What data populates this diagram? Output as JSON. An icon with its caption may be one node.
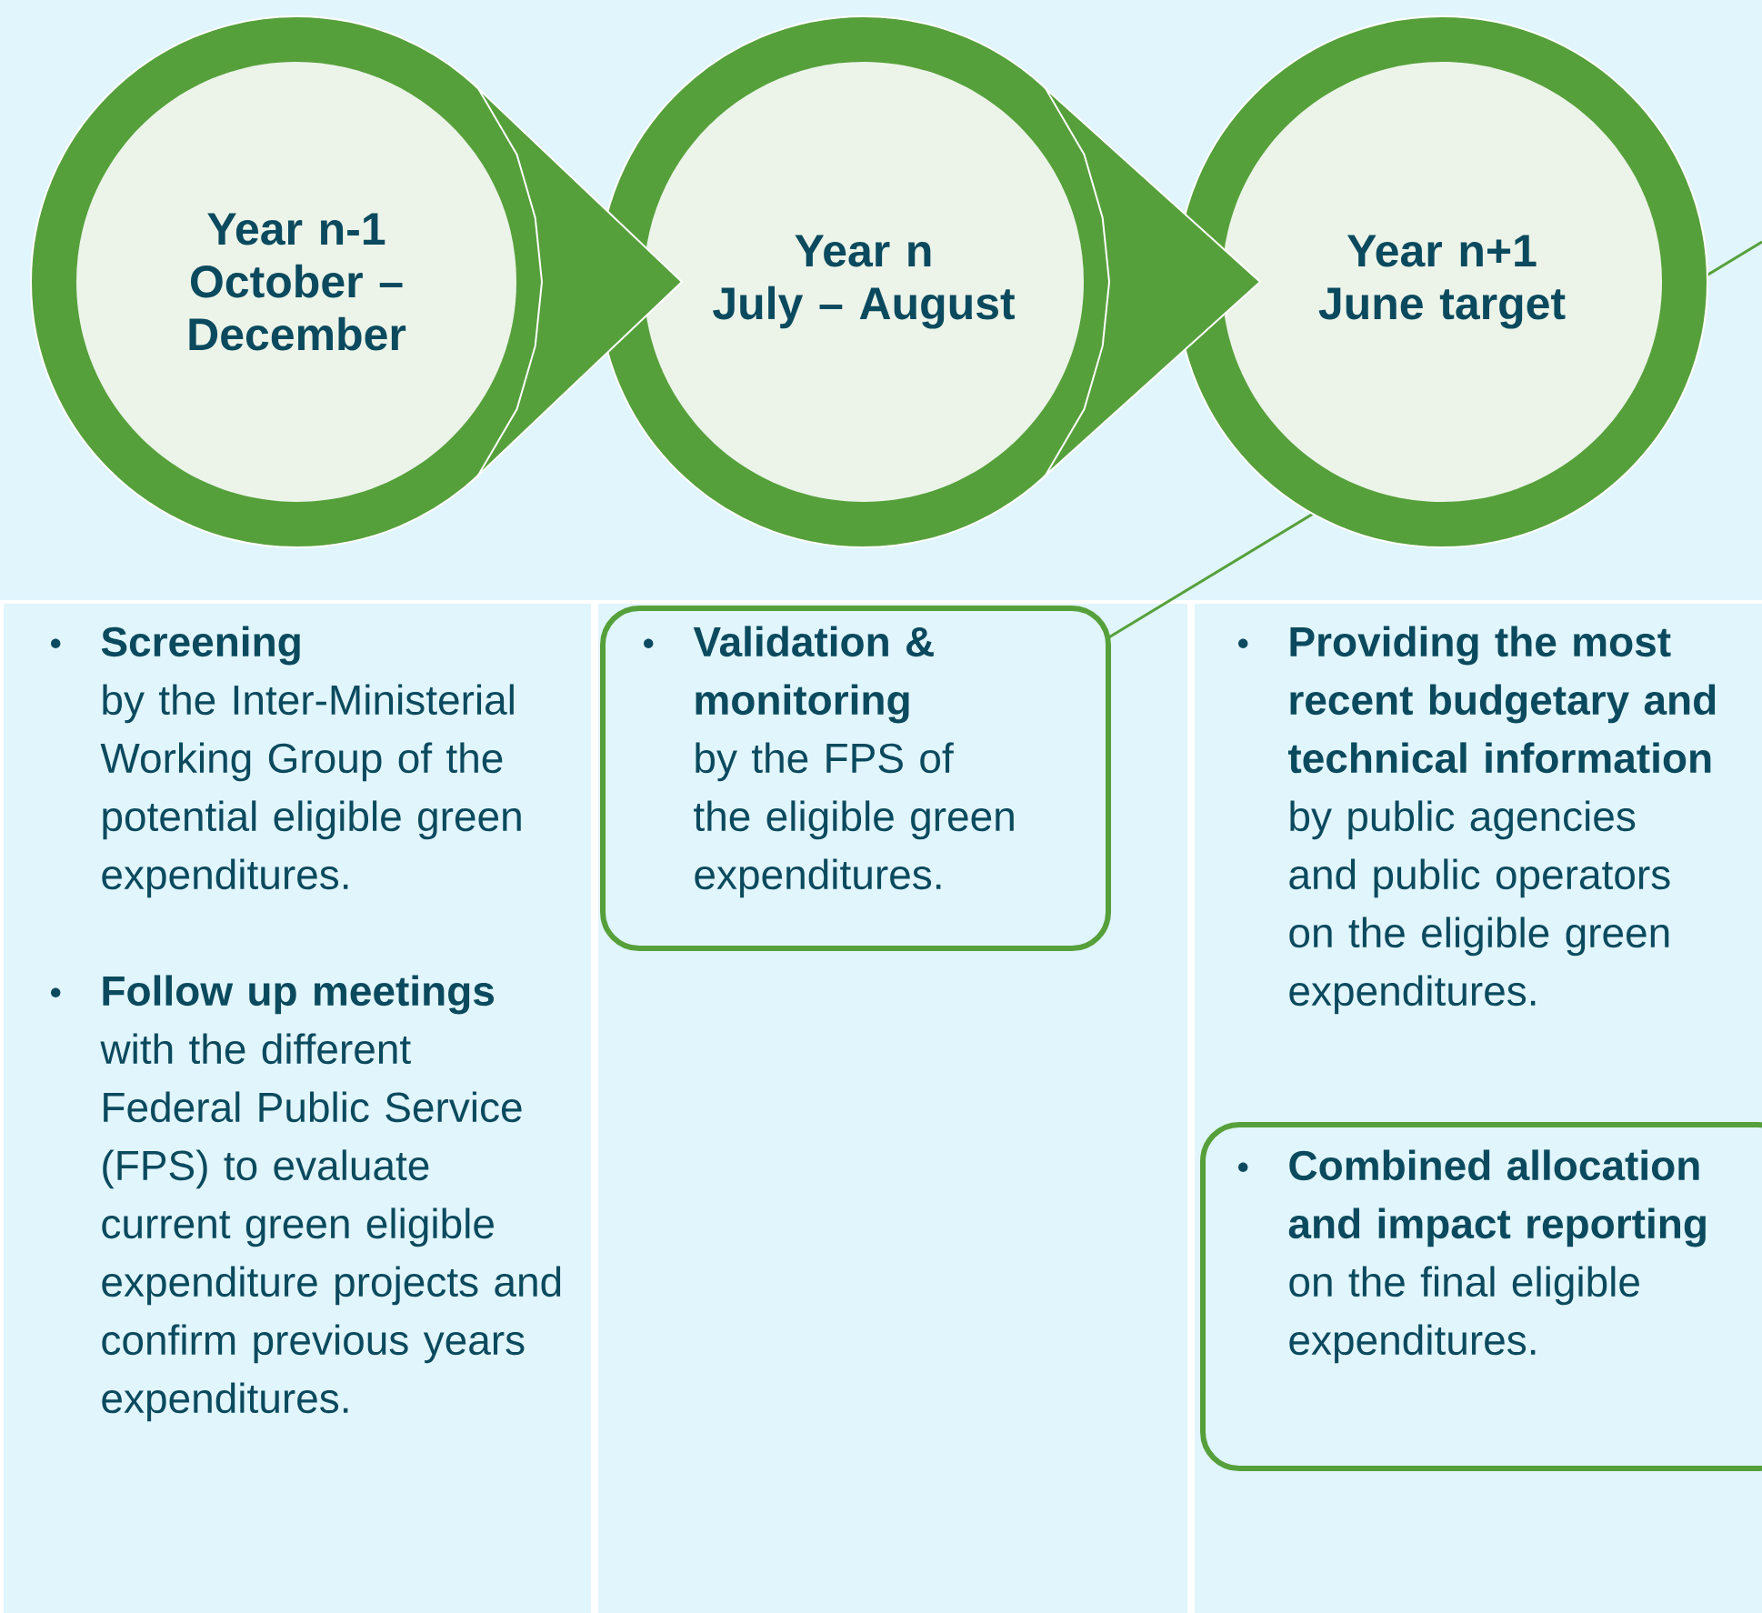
{
  "diagram": {
    "nodes": [
      {
        "text": [
          "Year n-1",
          "October – December"
        ]
      },
      {
        "text": [
          "Year n",
          "July – August"
        ]
      },
      {
        "text": [
          "Year n+1",
          "June target"
        ]
      },
      {
        "text": [
          "Screening",
          "by the Inter-Ministerial Working Group of the potential eligible green expenditures.",
          "Follow up meetings",
          "with the different Federal Public Service (FPS) to evaluate current green eligible expenditure projects and confirm previous years expenditures."
        ]
      },
      {
        "text": [],
        "shape": "box"
      },
      {
        "text": [
          "Validation & monitoring",
          "by the FPS of the eligible green expenditures."
        ],
        "in": 4
      },
      {
        "text": [
          "**Providing the most recent budgetary and technical information** by public agencies and public operators on the eligible green expenditures."
        ]
      },
      {
        "text": [
          "Combined allocation and impact reporting",
          "on the final eligible expenditures."
        ],
        "in": 6
      }
    ],
    "edges": [
      {
        "from": 0,
        "to": 1,
        "arrow": "to"
      },
      {
        "from": 1,
        "to": 2,
        "arrow": "to"
      },
      {
        "from": 5,
        "to": null,
        "arrow": "none"
      }
    ]
  }
}
